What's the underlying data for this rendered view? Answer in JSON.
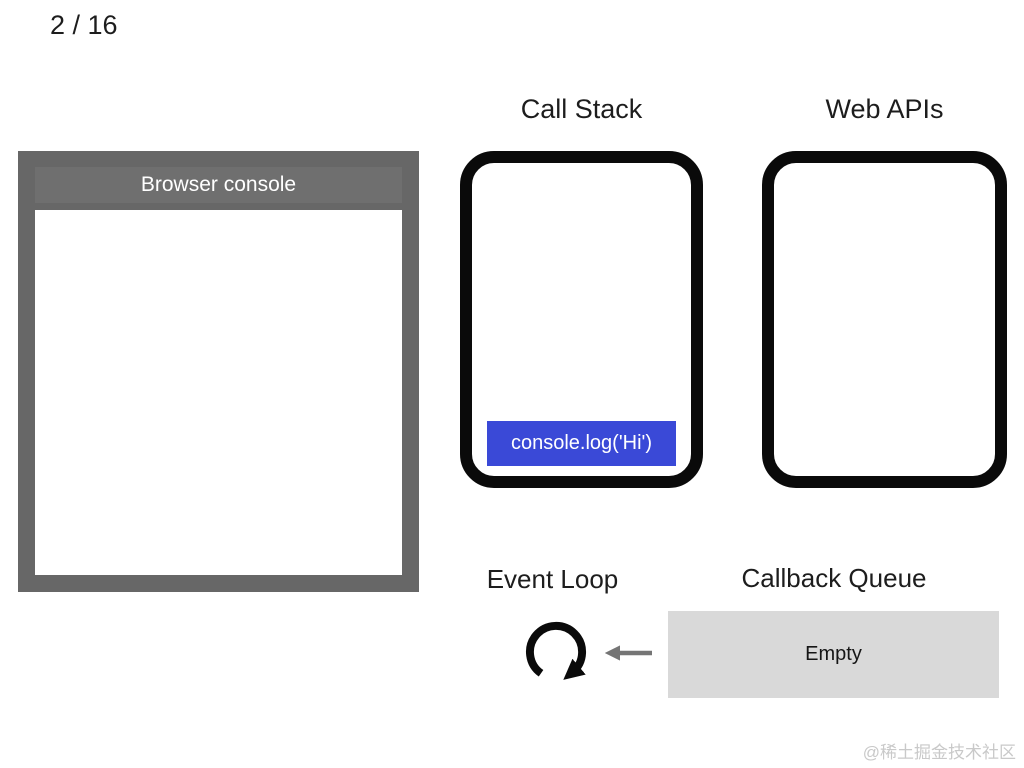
{
  "page": {
    "counter": "2 / 16",
    "watermark": "@稀土掘金技术社区"
  },
  "browser_console": {
    "title": "Browser console",
    "output_lines": []
  },
  "call_stack": {
    "title": "Call Stack",
    "frames": [
      "console.log('Hi')"
    ]
  },
  "web_apis": {
    "title": "Web APIs",
    "items": []
  },
  "event_loop": {
    "title": "Event Loop",
    "icon": "loop-circular-arrow-icon"
  },
  "callback_queue": {
    "title": "Callback Queue",
    "status": "Empty"
  },
  "arrows": {
    "queue_to_loop": "left-arrow-icon"
  },
  "colors": {
    "console_frame_gray": "#676767",
    "console_header_gray": "#6f6f6f",
    "stack_frame_blue": "#3a49d7",
    "box_border_black": "#0a0a0a",
    "queue_fill_gray": "#d9d9d9",
    "arrow_gray": "#757575",
    "watermark_gray": "#c9c9c9",
    "text_dark": "#1d1d1d"
  }
}
